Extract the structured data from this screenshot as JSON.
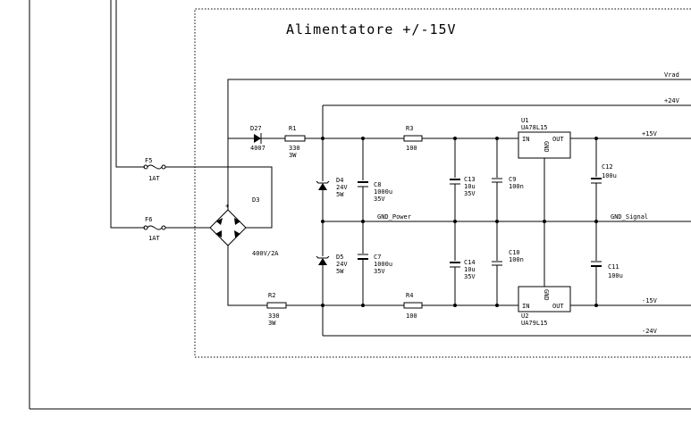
{
  "title": "Alimentatore +/-15V",
  "nets": {
    "vrad": "Vrad",
    "p24": "+24V",
    "p15": "+15V",
    "gnd_signal": "GND_Signal",
    "m15": "-15V",
    "m24": "-24V",
    "gnd_power": "GND_Power"
  },
  "components": {
    "f5": {
      "ref": "F5",
      "value": "1AT"
    },
    "f6": {
      "ref": "F6",
      "value": "1AT"
    },
    "d27": {
      "ref": "D27",
      "value": "4007"
    },
    "r1": {
      "ref": "R1",
      "value": "330",
      "power": "3W"
    },
    "r2": {
      "ref": "R2",
      "value": "330",
      "power": "3W"
    },
    "d3": {
      "ref": "D3",
      "value": "400V/2A"
    },
    "d4": {
      "ref": "D4",
      "value": "24V",
      "power": "5W"
    },
    "d5": {
      "ref": "D5",
      "value": "24V",
      "power": "5W"
    },
    "c8": {
      "ref": "C8",
      "value": "1000u",
      "voltage": "35V"
    },
    "c7": {
      "ref": "C7",
      "value": "1000u",
      "voltage": "35V"
    },
    "r3": {
      "ref": "R3",
      "value": "100"
    },
    "r4": {
      "ref": "R4",
      "value": "100"
    },
    "c13": {
      "ref": "C13",
      "value": "10u",
      "voltage": "35V"
    },
    "c14": {
      "ref": "C14",
      "value": "10u",
      "voltage": "35V"
    },
    "c9": {
      "ref": "C9",
      "value": "100n"
    },
    "c10": {
      "ref": "C10",
      "value": "100n"
    },
    "u1": {
      "ref": "U1",
      "value": "UA78L15"
    },
    "u2": {
      "ref": "U2",
      "value": "UA79L15"
    },
    "c12": {
      "ref": "C12",
      "value": "100u"
    },
    "c11": {
      "ref": "C11",
      "value": "100u"
    }
  },
  "regulator_pins": {
    "in": "IN",
    "out": "OUT",
    "gnd": "GND"
  }
}
